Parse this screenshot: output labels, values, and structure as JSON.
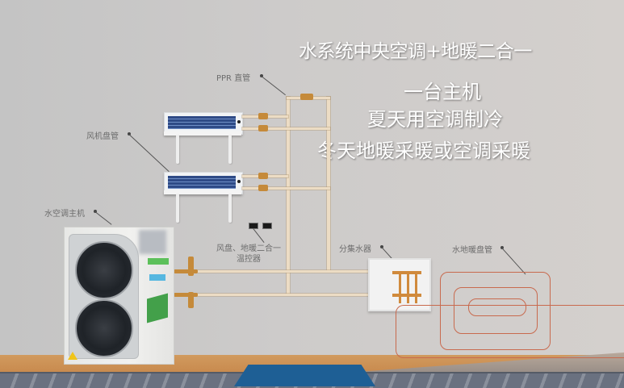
{
  "headline": {
    "title": "水系统中央空调+地暖二合一",
    "line1": "一台主机",
    "line2": "夏天用空调制冷",
    "line3": "冬天地暖采暖或空调采暖"
  },
  "labels": {
    "ppr_pipe": "PPR 直管",
    "fan_coil": "风机盘管",
    "main_unit": "水空调主机",
    "thermostat_line1": "风盘、地暖二合一",
    "thermostat_line2": "温控器",
    "manifold": "分集水器",
    "floor_heating_coil": "水地暖盘管"
  },
  "colors": {
    "headline_text": "#ffffff",
    "label_text": "#6d6d6d",
    "floor_coil": "#c86a4e",
    "pipe": "#ecdcc4",
    "brass": "#c58a3a",
    "fan_coil_grille": "#2e4a86",
    "floor_panel_blue": "#1e5f95"
  }
}
